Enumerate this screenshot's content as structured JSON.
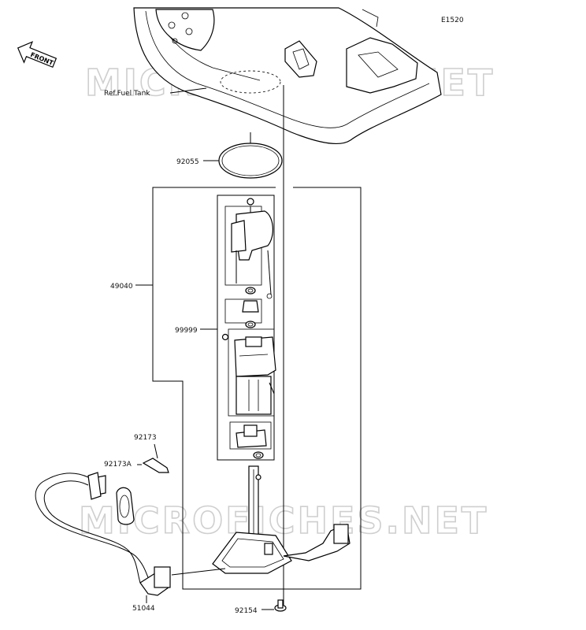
{
  "diagram": {
    "code": "E1520",
    "direction_label": "FRONT",
    "reference_label": "Ref.Fuel Tank",
    "watermark": "MICROFICHES.NET",
    "parts": [
      {
        "id": "92055"
      },
      {
        "id": "49040"
      },
      {
        "id": "99999"
      },
      {
        "id": "92173"
      },
      {
        "id": "92173A"
      },
      {
        "id": "51044"
      },
      {
        "id": "92154"
      }
    ]
  }
}
